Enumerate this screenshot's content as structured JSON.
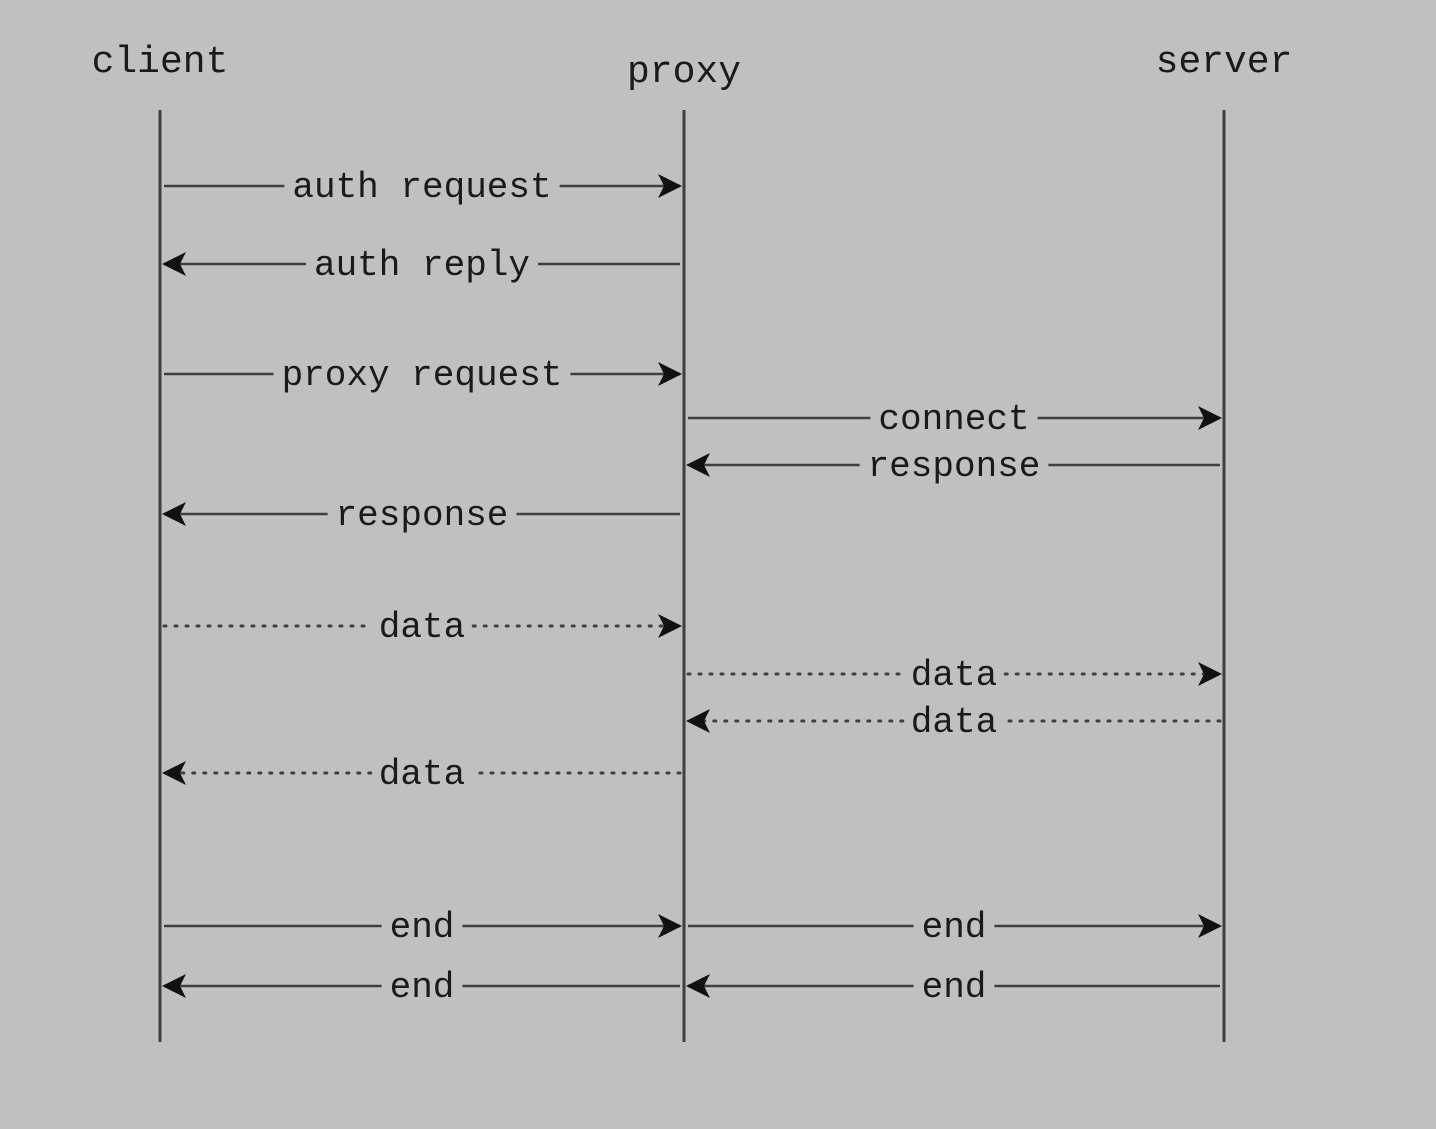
{
  "colors": {
    "background": "#c0c0c0",
    "line": "#3f3f3f",
    "text": "#1a1a1a"
  },
  "participants": [
    {
      "id": "client",
      "label": "client"
    },
    {
      "id": "proxy",
      "label": "proxy"
    },
    {
      "id": "server",
      "label": "server"
    }
  ],
  "messages": [
    {
      "from": "client",
      "to": "proxy",
      "label": "auth request",
      "style": "solid"
    },
    {
      "from": "proxy",
      "to": "client",
      "label": "auth reply",
      "style": "solid"
    },
    {
      "from": "client",
      "to": "proxy",
      "label": "proxy request",
      "style": "solid"
    },
    {
      "from": "proxy",
      "to": "server",
      "label": "connect",
      "style": "solid"
    },
    {
      "from": "server",
      "to": "proxy",
      "label": "response",
      "style": "solid"
    },
    {
      "from": "proxy",
      "to": "client",
      "label": "response",
      "style": "solid"
    },
    {
      "from": "client",
      "to": "proxy",
      "label": "data",
      "style": "dotted"
    },
    {
      "from": "proxy",
      "to": "server",
      "label": "data",
      "style": "dotted"
    },
    {
      "from": "server",
      "to": "proxy",
      "label": "data",
      "style": "dotted"
    },
    {
      "from": "proxy",
      "to": "client",
      "label": "data",
      "style": "dotted"
    },
    {
      "from": "client",
      "to": "proxy",
      "label": "end",
      "style": "solid"
    },
    {
      "from": "proxy",
      "to": "server",
      "label": "end",
      "style": "solid"
    },
    {
      "from": "proxy",
      "to": "client",
      "label": "end",
      "style": "solid"
    },
    {
      "from": "server",
      "to": "proxy",
      "label": "end",
      "style": "solid"
    }
  ]
}
